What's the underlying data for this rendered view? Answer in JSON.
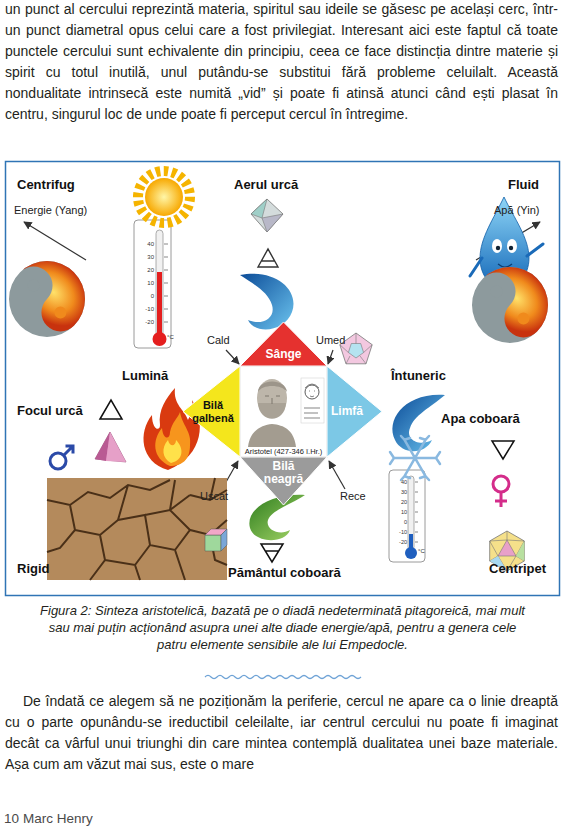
{
  "diagram": {
    "caption": "Figura 2: Sinteza aristotelică, bazată pe o diadă nedeterminată pitagoreică, mai mult sau mai puțin acționând asupra unei alte diade energie/apă, pentru a genera cele patru elemente sensibile ale lui Empedocle.",
    "nodes": [
      {
        "text": [
          "Sânge"
        ]
      },
      {
        "text": [
          "Bilă galbenă"
        ]
      },
      {
        "text": [
          "Limfă"
        ]
      },
      {
        "text": [
          "Bilă neagră"
        ]
      },
      {
        "text": [
          "Aristotel (427-346 î.Hr.)"
        ]
      }
    ],
    "labels": [
      "un punct al cercului reprezintă materia, spiritul sau ideile se găsesc pe același cerc, într-un punct diametral opus celui care a fost privilegiat. Interesant aici este faptul că toate punctele cercului sunt echivalente din principiu, ceea ce face distincția dintre materie și spirit cu totul inutilă, unul putându-se substitui fără probleme celuilalt. Această nondualitate intrinsecă este numită „vid” și poate fi atinsă atunci când ești plasat în centru, singurul loc de unde poate fi perceput cercul în întregime.",
      "Centrifug",
      "Aerul urcă",
      "Fluid",
      "Energie (Yang)",
      "Apă (Yin)",
      "40",
      "30",
      "20",
      "10",
      "0",
      "-10",
      "-20",
      "°C",
      "Cald",
      "Umed",
      "Lumină",
      "Întuneric",
      "Focul urcă",
      "Apa coboară",
      "Uscat",
      "Rece",
      "40",
      "30",
      "20",
      "10",
      "0",
      "-10",
      "-20",
      "°C",
      "Rigid",
      "Pământul coboară",
      "Centripet",
      "De îndată ce alegem să ne poziționăm la periferie, cercul ne apare ca o linie dreaptă cu o parte opunându-se ireductibil celeilalte, iar centrul cercului nu poate fi imaginat decât ca vârful unui triunghi din care mintea contemplă dualitatea unei baze materiale. Așa cum am văzut mai sus, este o mare",
      "10",
      "Marc Henry"
    ]
  }
}
